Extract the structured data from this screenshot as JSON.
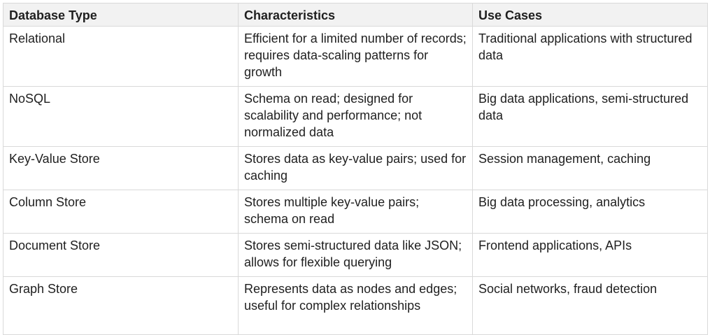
{
  "table": {
    "headers": [
      "Database Type",
      "Characteristics",
      "Use Cases"
    ],
    "rows": [
      {
        "type": "Relational",
        "characteristics": "Efficient for a limited number of records; requires data-scaling patterns for growth",
        "use_cases": "Traditional applications with structured data"
      },
      {
        "type": "NoSQL",
        "characteristics": "Schema on read; designed for scalability and performance; not normalized data",
        "use_cases": "Big data applications, semi-structured data"
      },
      {
        "type": "Key-Value Store",
        "characteristics": "Stores data as key-value pairs; used for caching",
        "use_cases": "Session management, caching"
      },
      {
        "type": "Column Store",
        "characteristics": "Stores multiple key-value pairs; schema on read",
        "use_cases": "Big data processing, analytics"
      },
      {
        "type": "Document Store",
        "characteristics": "Stores semi-structured data like JSON; allows for flexible querying",
        "use_cases": "Frontend applications, APIs"
      },
      {
        "type": "Graph Store",
        "characteristics": "Represents data as nodes and edges; useful for complex relationships",
        "use_cases": "Social networks, fraud detection"
      }
    ]
  }
}
